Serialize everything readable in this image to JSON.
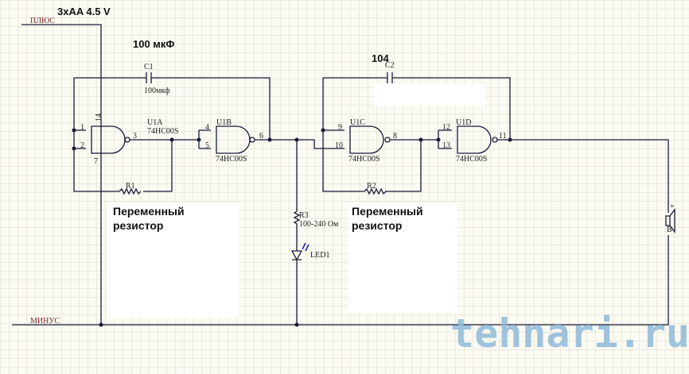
{
  "power": {
    "plus_label": "ПЛЮС",
    "minus_label": "МИНУС",
    "battery": "3xAA  4.5 V"
  },
  "capacitors": [
    {
      "ref": "C1",
      "value": "100мкф",
      "note": "100 мкФ"
    },
    {
      "ref": "C2",
      "note": "104"
    }
  ],
  "gates": [
    {
      "ref": "U1A",
      "part": "74HC00S",
      "pins": [
        "1",
        "2",
        "3"
      ],
      "power_pins": [
        "14",
        "7"
      ]
    },
    {
      "ref": "U1B",
      "part": "74HC00S",
      "pins": [
        "4",
        "5",
        "6"
      ]
    },
    {
      "ref": "U1C",
      "part": "74HC00S",
      "pins": [
        "9",
        "10",
        "8"
      ]
    },
    {
      "ref": "U1D",
      "part": "74HC00S",
      "pins": [
        "12",
        "13",
        "11"
      ]
    }
  ],
  "resistors": [
    {
      "ref": "R1"
    },
    {
      "ref": "R2"
    },
    {
      "ref": "R3",
      "value": "100-240 Ом"
    }
  ],
  "led": {
    "ref": "LED1"
  },
  "buzzer": {
    "ref": "B",
    "polarity": "+"
  },
  "notes": {
    "variable_resistor_line1": "Переменный",
    "variable_resistor_line2": "резистор"
  },
  "watermark": "tehnari.ru"
}
